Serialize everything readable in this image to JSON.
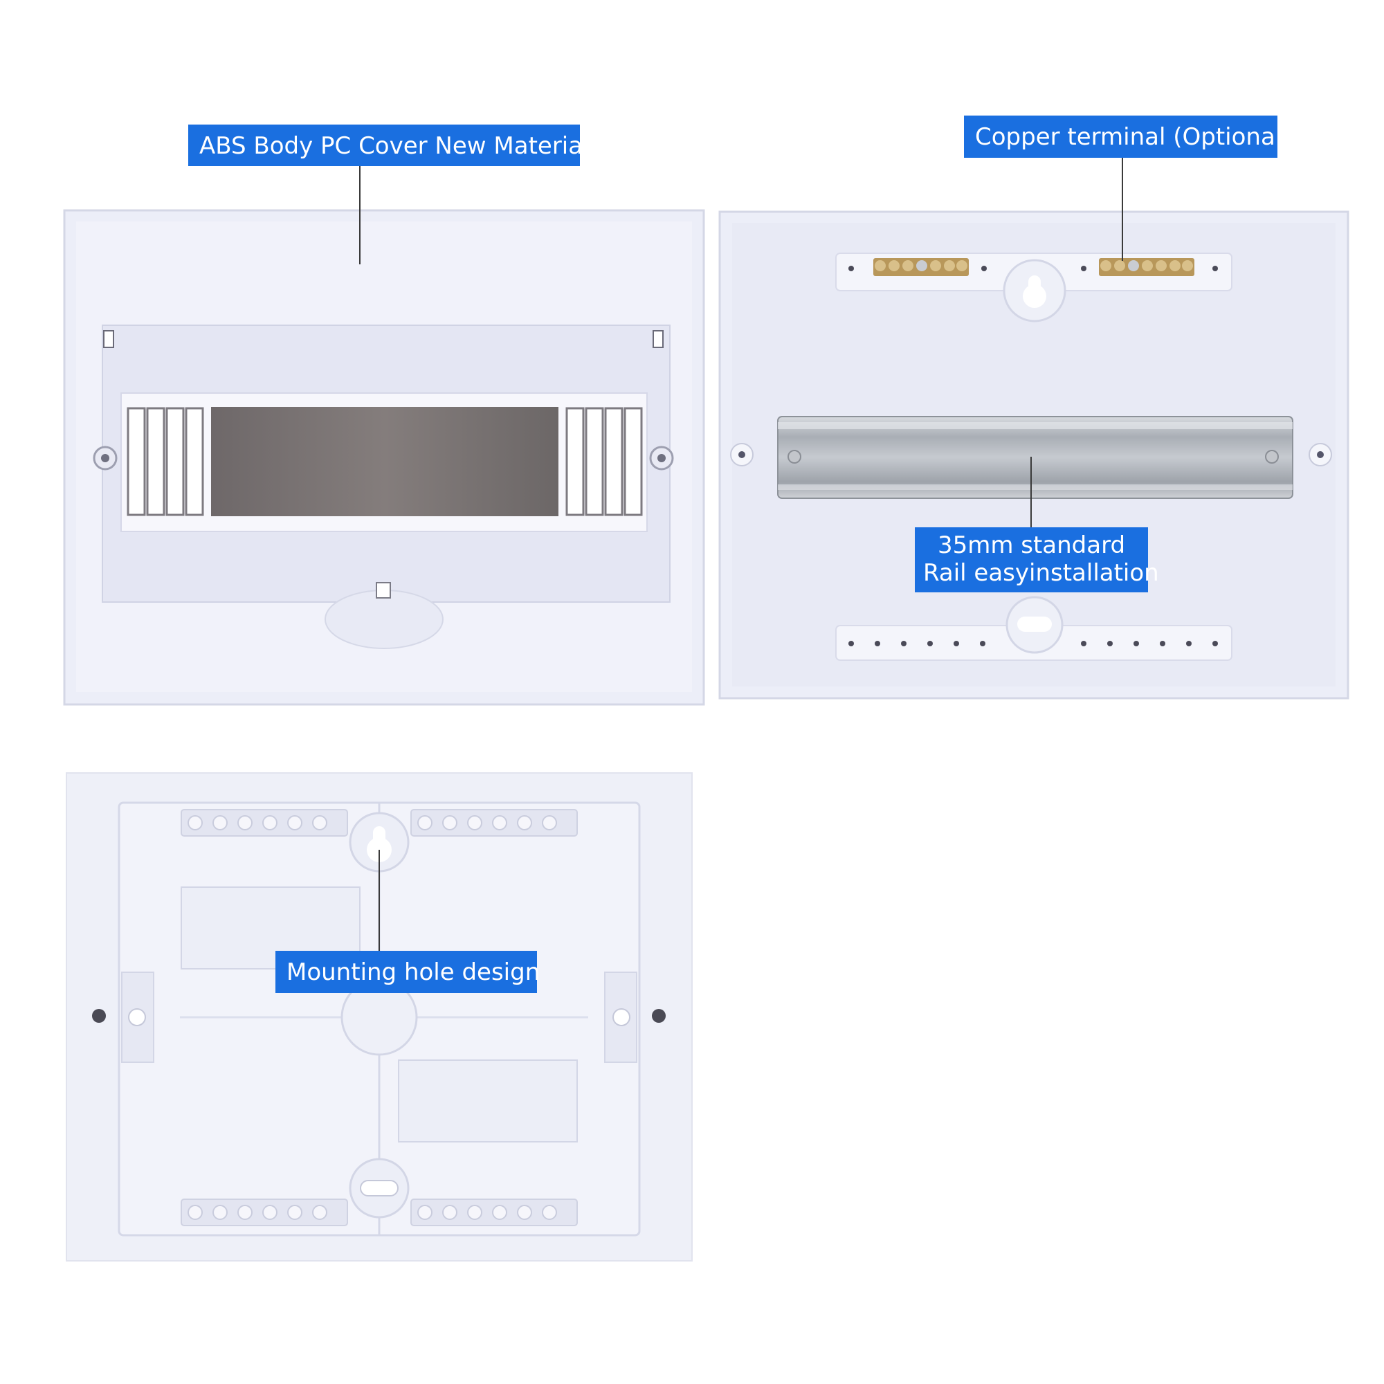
{
  "callouts": {
    "abs_body": "ABS Body PC Cover New Materials",
    "copper_terminal": "Copper terminal (Optional)",
    "rail_line1": "35mm standard",
    "rail_line2": "Rail easyinstallation",
    "mounting_hole": "Mounting hole design"
  },
  "colors": {
    "label_bg": "#1a6fe0",
    "label_text": "#ffffff",
    "plastic": "#eceef8",
    "plastic_shade": "#d8dbec",
    "window": "#7a7473",
    "rail": "#b7bcc2",
    "brass": "#b8975a"
  }
}
